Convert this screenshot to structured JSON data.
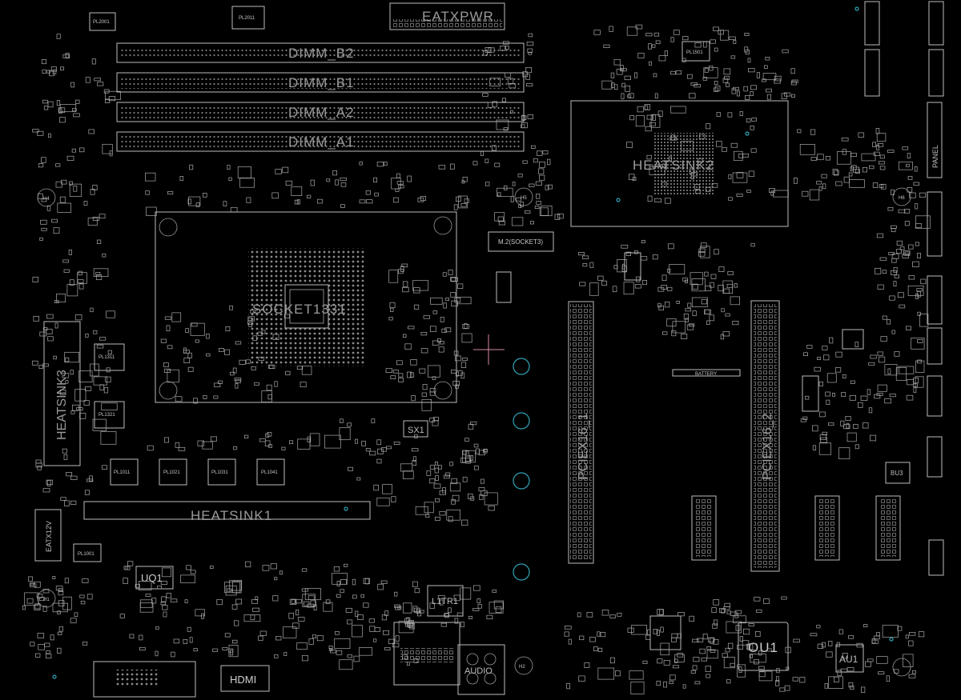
{
  "board": {
    "background": "#000000",
    "line_color": "#bdbdbd",
    "hole_color": "#2fa4b8",
    "marker_color": "#d98aa0"
  },
  "labels": {
    "eatxpwr": "EATXPWR",
    "dimm_b2": "DIMM_B2",
    "dimm_b1": "DIMM_B1",
    "dimm_a2": "DIMM_A2",
    "dimm_a1": "DIMM_A1",
    "heatsink2": "HEATSINK2",
    "heatsink1": "HEATSINK1",
    "socket": "SOCKET1331",
    "m2": "M.2(SOCKET3)",
    "battery": "BATTERY",
    "pciex16_1": "PCIEX16_1",
    "pciex16_2": "PCIEX16_2",
    "sx1": "SX1",
    "l1tr1": "L1TR1",
    "hdmi": "HDMI",
    "audio": "AUDIO",
    "ou1": "OU1",
    "au1": "AU1",
    "uq1": "UQ1",
    "bu3": "BU3",
    "eatx12v": "EATX12V",
    "pl1311": "PL1311",
    "pl1321": "PL1321",
    "pl1011": "PL1011",
    "pl1021": "PL1021",
    "pl1031": "PL1031",
    "pl1041": "PL1041",
    "pl1001": "PL1001",
    "pl2011": "PL2011",
    "pl2001": "PL2001",
    "pl1501": "PL1501",
    "h4": "H4",
    "h5": "H5",
    "h6": "H6",
    "h1": "H1",
    "h2": "H2",
    "heatsink3": "HEATSINK3",
    "panel": "PANEL"
  }
}
